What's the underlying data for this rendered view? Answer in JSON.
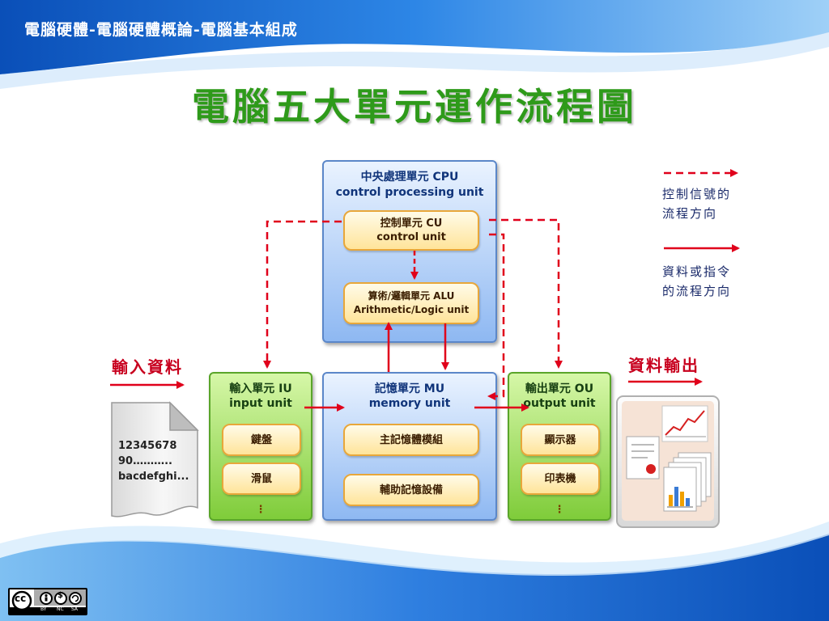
{
  "header": {
    "breadcrumb": "電腦硬體-電腦硬體概論-電腦基本組成",
    "title": "電腦五大單元運作流程圖"
  },
  "cpu": {
    "title_cn": "中央處理單元 CPU",
    "title_en": "control processing unit",
    "cu": {
      "cn": "控制單元 CU",
      "en": "control unit"
    },
    "alu": {
      "cn": "算術/邏輯單元 ALU",
      "en": "Arithmetic/Logic unit"
    }
  },
  "input_unit": {
    "title_cn": "輸入單元 IU",
    "title_en": "input unit",
    "items": [
      "鍵盤",
      "滑鼠"
    ],
    "more": "⋮"
  },
  "memory_unit": {
    "title_cn": "記憶單元 MU",
    "title_en": "memory unit",
    "items": [
      "主記憶體模組",
      "輔助記憶設備"
    ]
  },
  "output_unit": {
    "title_cn": "輸出單元 OU",
    "title_en": "output unit",
    "items": [
      "顯示器",
      "印表機"
    ],
    "more": "⋮"
  },
  "labels": {
    "input_data": "輸入資料",
    "output_data": "資料輸出"
  },
  "input_document": {
    "lines": [
      "12345678",
      "90………..",
      "bacdefghi..."
    ]
  },
  "legend": {
    "control_signal": [
      "控制信號的",
      "流程方向"
    ],
    "data_flow": [
      "資料或指令",
      "的流程方向"
    ]
  },
  "license": {
    "badge": "cc",
    "terms": [
      "BY",
      "NC",
      "SA"
    ]
  },
  "colors": {
    "title_green": "#2e9a1a",
    "arrow_red": "#e0001b",
    "header_blue": "#1e6fd0",
    "unit_blue": "#8eb8f2",
    "unit_green": "#7fcc3a",
    "pill_yellow": "#ffe49a"
  }
}
